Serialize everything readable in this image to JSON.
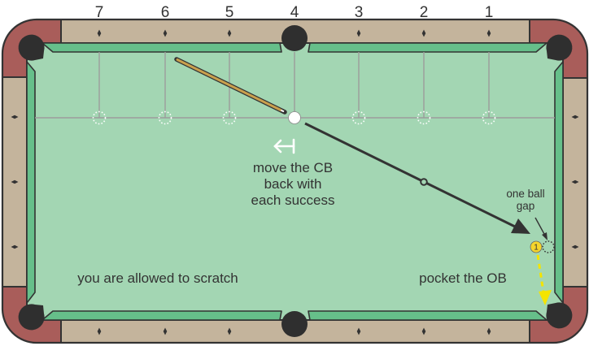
{
  "diamond_numbers": [
    "7",
    "6",
    "5",
    "4",
    "3",
    "2",
    "1"
  ],
  "annotations": {
    "move_cb": [
      "move the CB",
      "back with",
      "each success"
    ],
    "one_ball_gap": [
      "one ball",
      "gap"
    ],
    "scratch": "you are allowed to scratch",
    "pocket": "pocket the OB"
  },
  "object_ball": {
    "number": "1"
  },
  "icons": {
    "move_back": "left-arrow-to-bar-icon"
  },
  "colors": {
    "felt": "#a3d6b3",
    "cushion": "#66bf8a",
    "rail_wood": "#c4b49c",
    "corner": "#a95d5a",
    "pocket": "#2f2f2f",
    "outline": "#333333",
    "reference_line": "#9c9c9c",
    "cue_ball": "#ffffff",
    "object_ball": "#f5d52c",
    "object_ball_path": "#f4e400",
    "cue_stick": "#c9a04e",
    "aim_line": "#333333"
  }
}
